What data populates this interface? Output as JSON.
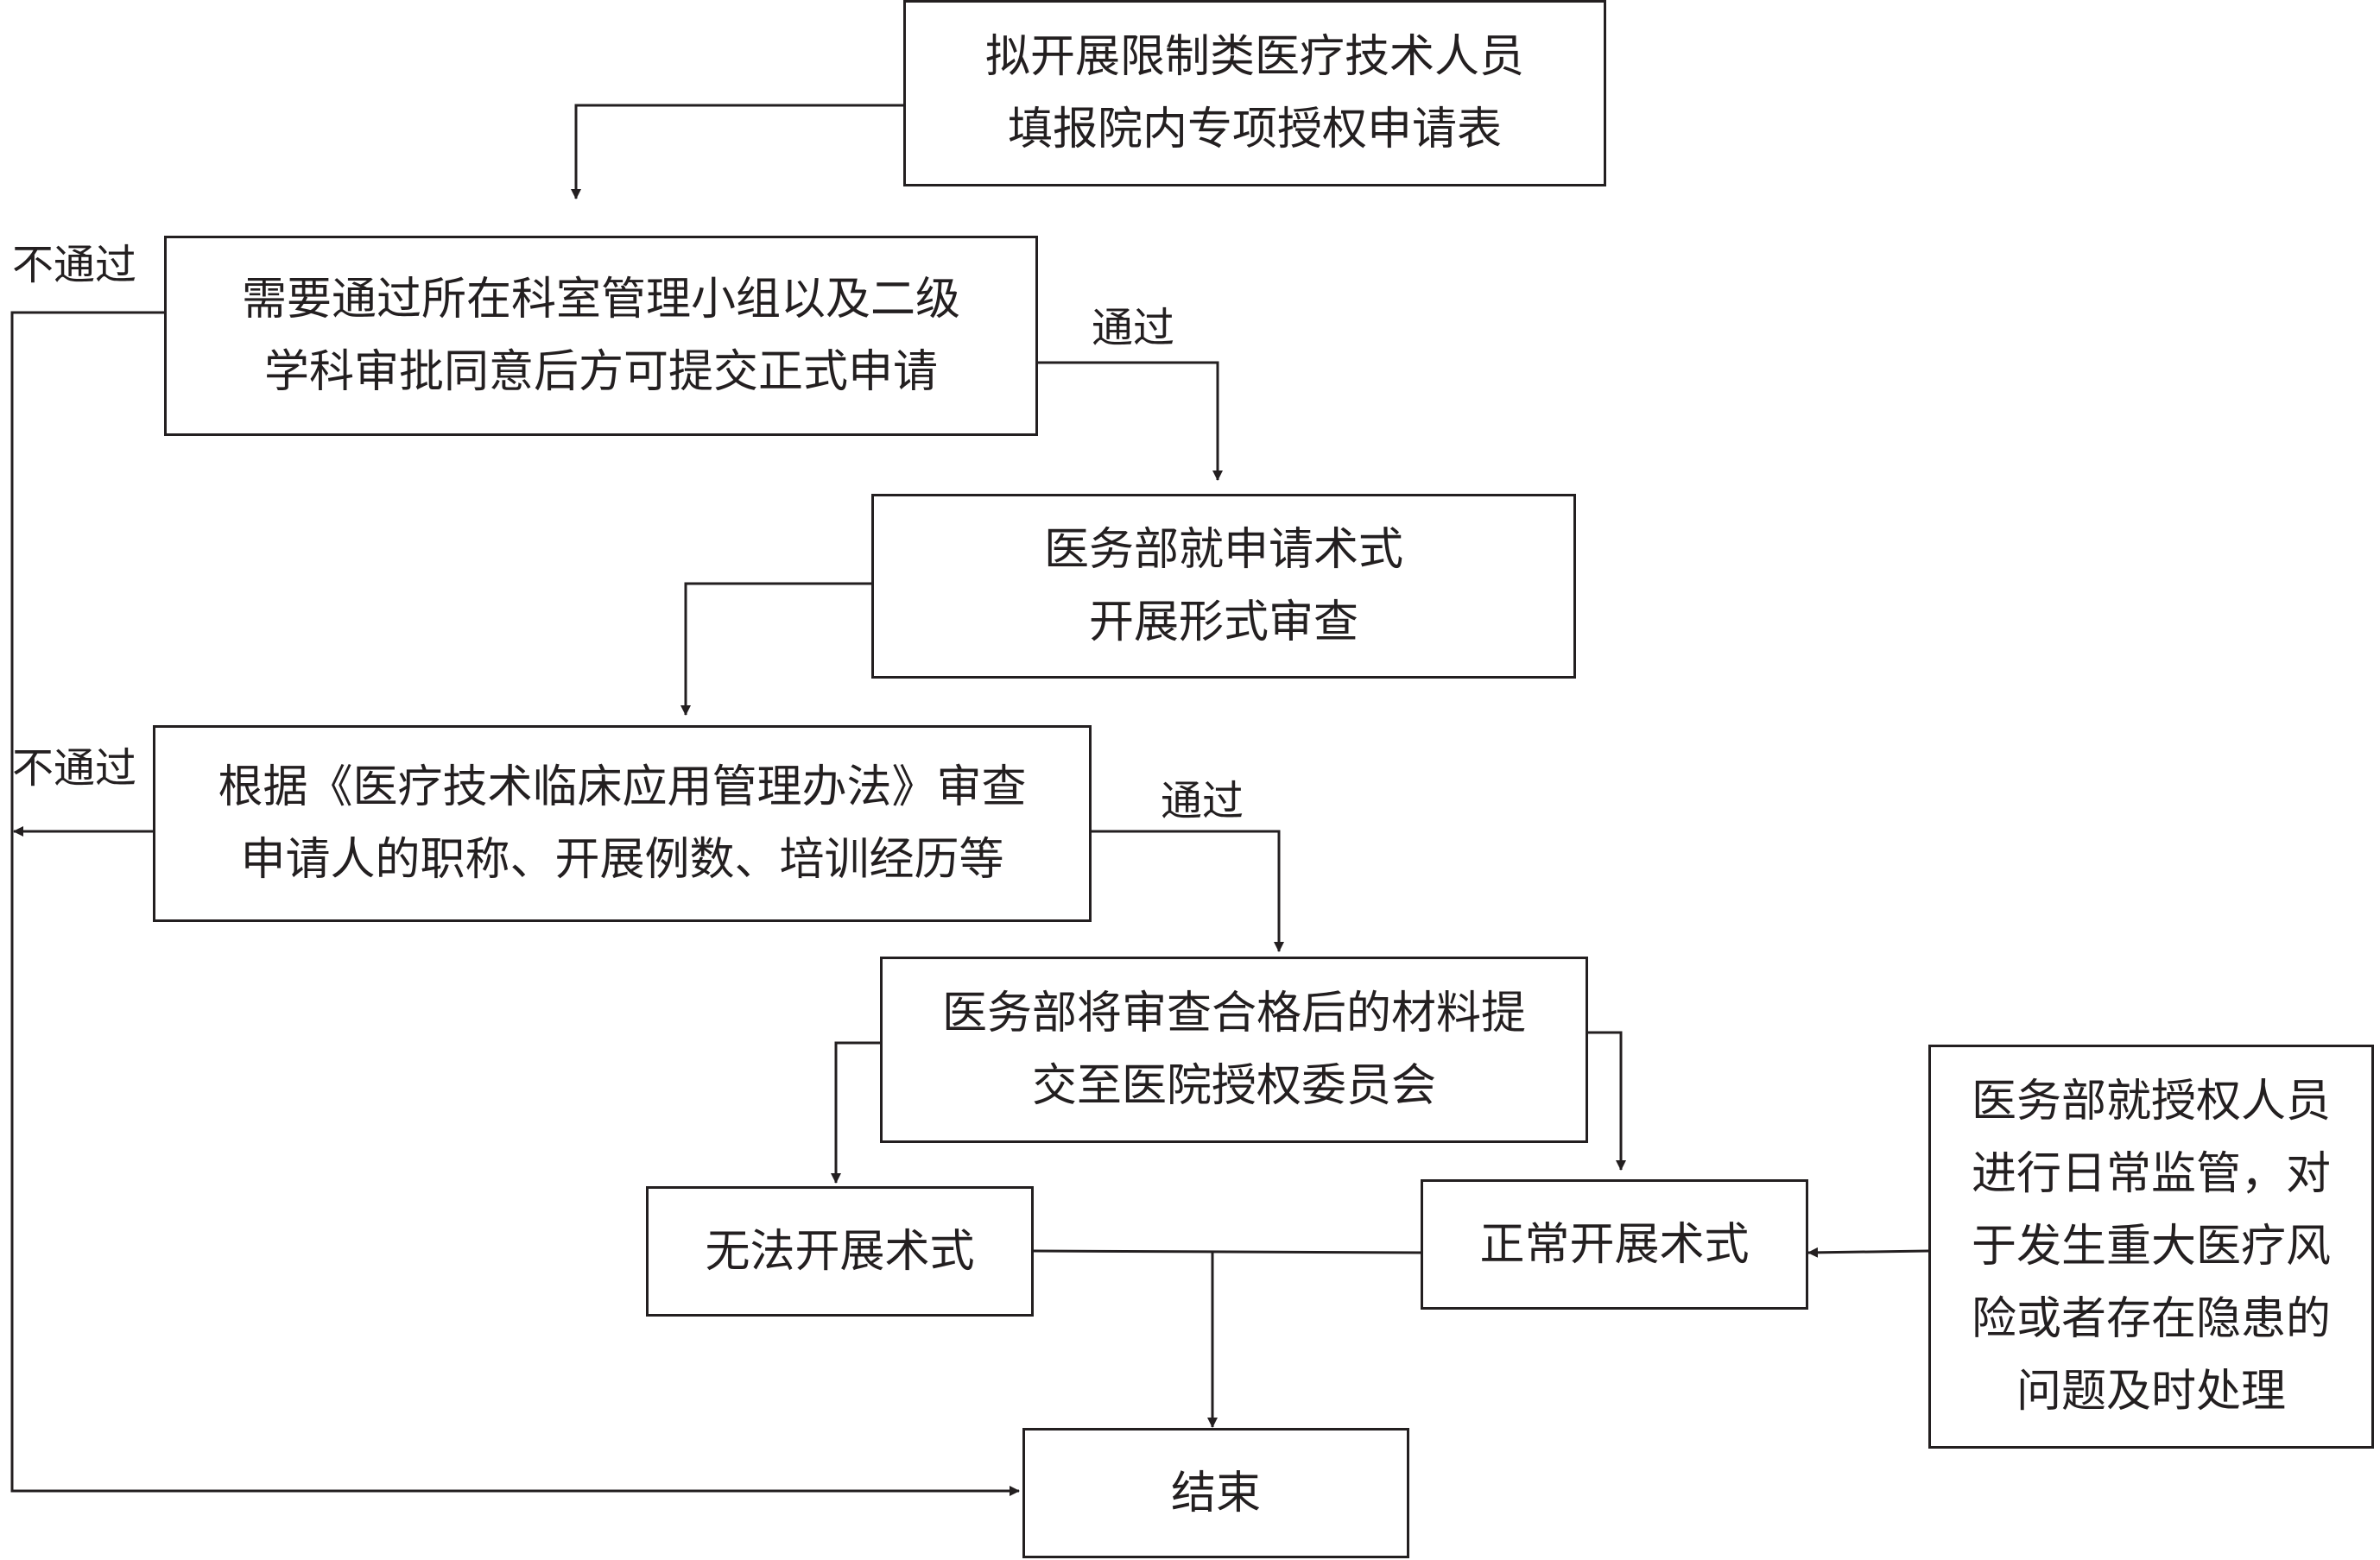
{
  "nodes": {
    "apply": {
      "lines": [
        "拟开展限制类医疗技术人员",
        "填报院内专项授权申请表"
      ]
    },
    "dept_approval": {
      "lines": [
        "需要通过所在科室管理小组以及二级",
        "学科审批同意后方可提交正式申请"
      ]
    },
    "formal_review": {
      "lines": [
        "医务部就申请术式",
        "开展形式审查"
      ]
    },
    "qualification_review": {
      "lines": [
        "根据《医疗技术临床应用管理办法》审查",
        "申请人的职称、开展例数、培训经历等"
      ]
    },
    "committee": {
      "lines": [
        "医务部将审查合格后的材料提",
        "交至医院授权委员会"
      ]
    },
    "cannot_perform": {
      "lines": [
        "无法开展术式"
      ]
    },
    "normal_perform": {
      "lines": [
        "正常开展术式"
      ]
    },
    "supervision": {
      "lines": [
        "医务部就授权人员",
        "进行日常监管，对",
        "于发生重大医疗风",
        "险或者存在隐患的",
        "问题及时处理"
      ]
    },
    "end": {
      "lines": [
        "结束"
      ]
    }
  },
  "edge_labels": {
    "fail_1": "不通过",
    "pass_1": "通过",
    "fail_2": "不通过",
    "pass_2": "通过"
  },
  "colors": {
    "stroke": "#231f20",
    "background": "#ffffff"
  }
}
